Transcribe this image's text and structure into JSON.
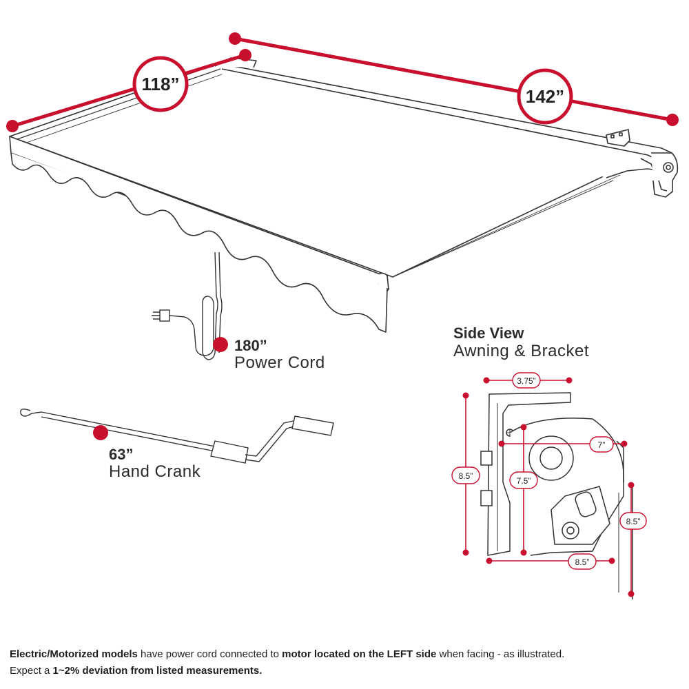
{
  "dimensions": {
    "depth": "118”",
    "width": "142”"
  },
  "power_cord": {
    "length": "180”",
    "label": "Power Cord"
  },
  "hand_crank": {
    "length": "63”",
    "label": "Hand Crank"
  },
  "side_view": {
    "title": "Side View",
    "subtitle": "Awning & Bracket",
    "bracket_width": "3.75”",
    "bracket_height": "8.5”",
    "roller_diameter": "7”",
    "case_height": "7.5”",
    "case_depth": "8.5”",
    "front_height": "8.5”"
  },
  "footer": {
    "line1_a": "Electric/Motorized models",
    "line1_b": " have power cord connected to ",
    "line1_c": "motor located on the LEFT side",
    "line1_d": " when facing - as illustrated.",
    "line2_a": "Expect a ",
    "line2_b": "1~2% deviation from listed measurements."
  },
  "colors": {
    "accent": "#c8102e",
    "line": "#333333"
  }
}
